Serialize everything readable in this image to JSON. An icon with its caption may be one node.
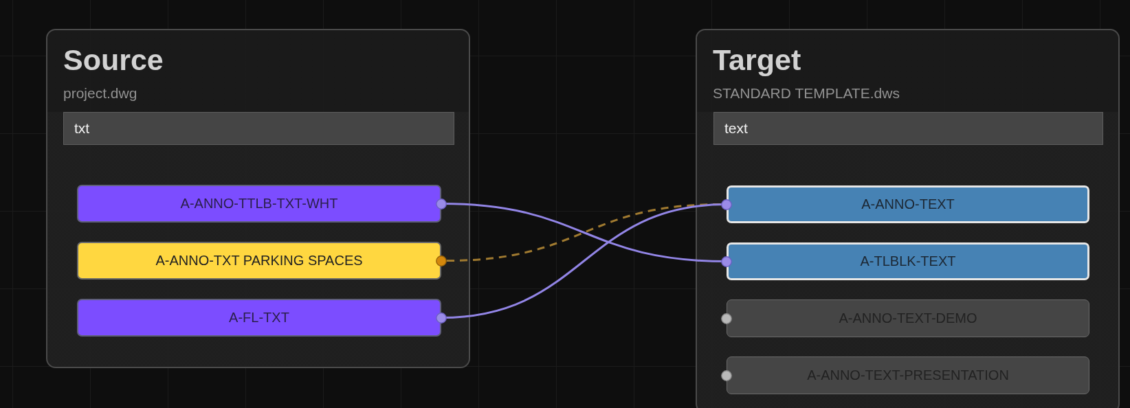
{
  "diagram": {
    "nodes": [
      {
        "text": [
          "Source",
          "project.dwg"
        ]
      },
      {
        "text": [
          "txt"
        ],
        "in": 0
      },
      {
        "text": [
          "A-ANNO-TTLB-TXT-WHT"
        ],
        "in": 0
      },
      {
        "text": [
          "A-ANNO-TXT PARKING SPACES"
        ],
        "in": 0
      },
      {
        "text": [
          "A-FL-TXT"
        ],
        "in": 0
      },
      {
        "text": [
          "Target",
          "STANDARD TEMPLATE.dws"
        ]
      },
      {
        "text": [
          "text"
        ],
        "in": 5
      },
      {
        "text": [
          "A-ANNO-TEXT"
        ],
        "in": 5
      },
      {
        "text": [
          "A-TLBLK-TEXT"
        ],
        "in": 5
      },
      {
        "text": [
          "A-ANNO-TEXT-DEMO"
        ],
        "in": 5
      },
      {
        "text": [
          "A-ANNO-TEXT-PRESENTATION"
        ],
        "in": 5
      }
    ],
    "edges": [
      {
        "from": 2,
        "to": 8,
        "arrow": "none"
      },
      {
        "from": 3,
        "to": 7,
        "arrow": "none",
        "style": "dashed",
        "color": "#a07a30"
      },
      {
        "from": 4,
        "to": 7,
        "arrow": "none"
      }
    ]
  }
}
